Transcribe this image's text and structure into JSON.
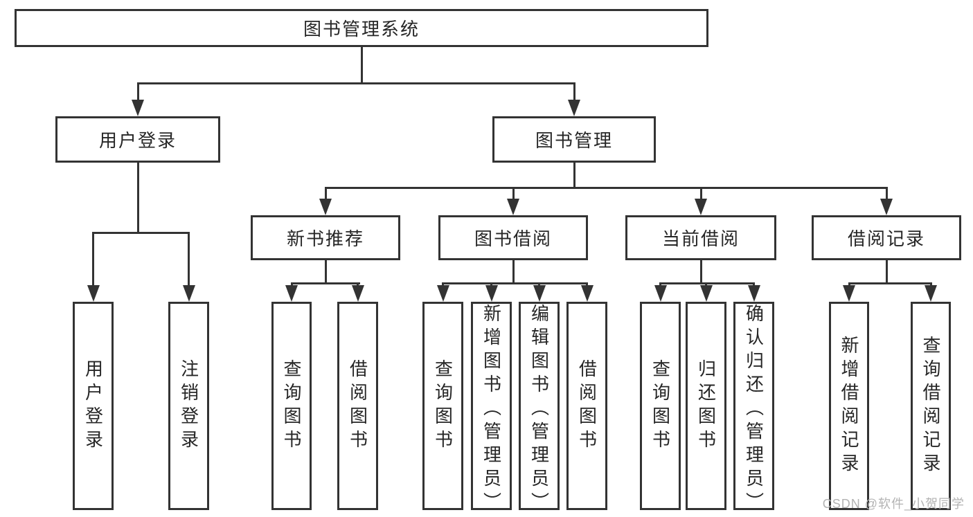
{
  "nodes": {
    "root": "图书管理系统",
    "level2": {
      "user_login": "用户登录",
      "book_mgmt": "图书管理"
    },
    "level3": {
      "new_book_rec": "新书推荐",
      "book_borrow": "图书借阅",
      "current_borrow": "当前借阅",
      "borrow_records": "借阅记录"
    },
    "leaves": {
      "user_login": "用户登录",
      "logout": "注销登录",
      "rec_query_books": "查询图书",
      "rec_borrow_books": "借阅图书",
      "bb_query_books": "查询图书",
      "bb_add_books": "新增图书（管理员）",
      "bb_edit_books": "编辑图书（管理员）",
      "bb_borrow_books": "借阅图书",
      "cb_query_books": "查询图书",
      "cb_return_books": "归还图书",
      "cb_confirm_return": "确认归还（管理员）",
      "br_add_record": "新增借阅记录",
      "br_query_record": "查询借阅记录"
    }
  },
  "watermark": "CSDN @软件_小贺同学",
  "colors": {
    "line": "#333333",
    "text": "#262626",
    "background": "#ffffff",
    "watermark": "#b3b3b3"
  }
}
